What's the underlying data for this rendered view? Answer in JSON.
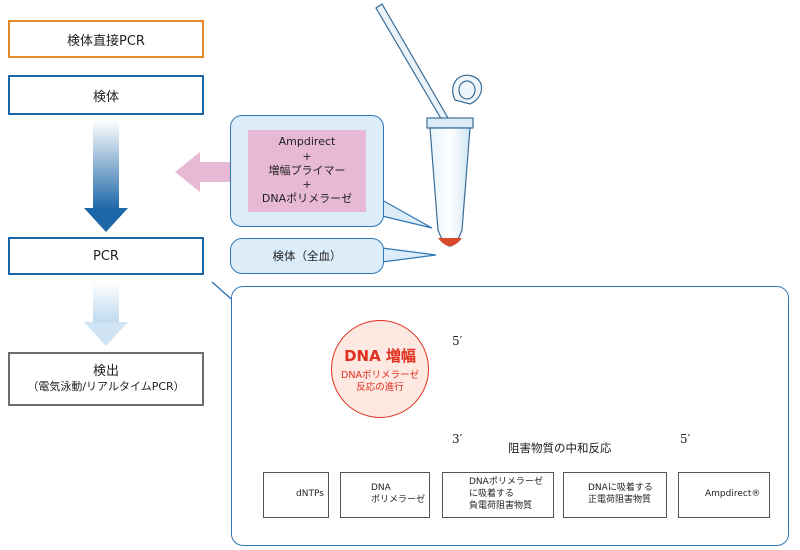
{
  "flow": {
    "title": "検体直接PCR",
    "sample": "検体",
    "pcr": "PCR",
    "detect": "検出",
    "detect_sub": "（電気泳動/リアルタイムPCR）"
  },
  "reagents": {
    "line1": "Ampdirect",
    "plus1": "+",
    "line2": "増幅プライマー",
    "plus2": "+",
    "line3": "DNAポリメラーゼ"
  },
  "blood": "検体（全血）",
  "amplification": {
    "title": "DNA 増幅",
    "subtitle_line1": "DNAポリメラーゼ",
    "subtitle_line2": "反応の進行"
  },
  "strand": {
    "top_5": "5′",
    "bottom_3": "3′",
    "bottom_5": "5′",
    "reaction": "阻害物質の中和反応"
  },
  "legend": {
    "dntps": "dNTPs",
    "polymerase_line1": "DNA",
    "polymerase_line2": "ポリメラーゼ",
    "neg_line1": "DNAポリメラーゼ",
    "neg_line2": "に吸着する",
    "neg_line3": "負電荷阻害物質",
    "pos_line1": "DNAに吸着する",
    "pos_line2": "正電荷阻害物質",
    "ampdirect": "Ampdirect®"
  },
  "colors": {
    "orange": "#e38a23",
    "blue": "#1c67a8",
    "purple": "#8c7fbd",
    "green": "#8ed36a",
    "red": "#e0301e",
    "pink": "#e8b9d4"
  }
}
